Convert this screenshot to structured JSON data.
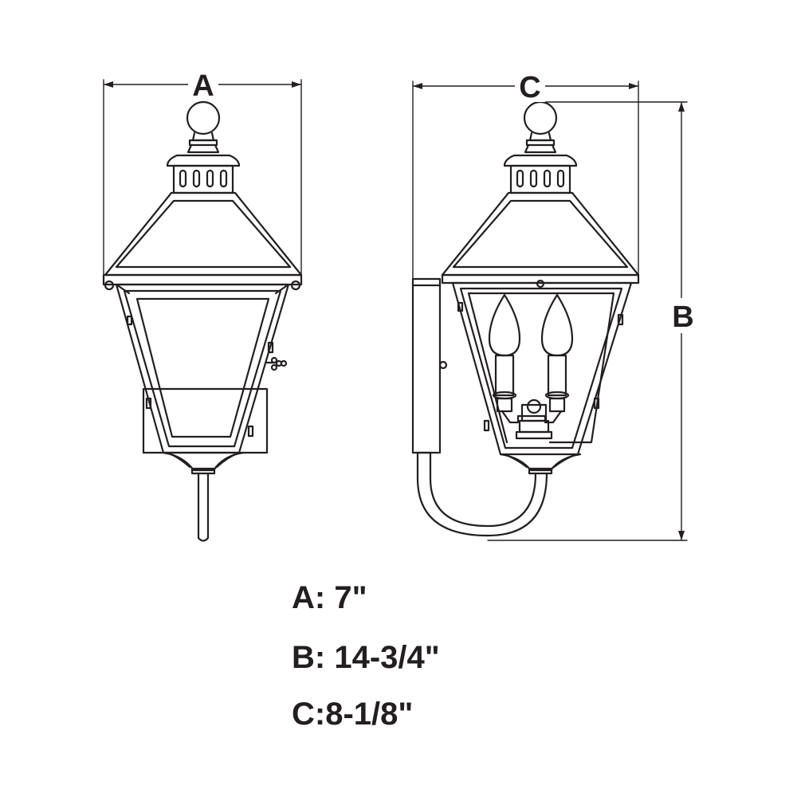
{
  "dimension_markers": {
    "a": "A",
    "b": "B",
    "c": "C"
  },
  "specs": [
    {
      "text": "A: 7\""
    },
    {
      "text": "B: 14-3/4\""
    },
    {
      "text": "C:8-1/8\""
    }
  ],
  "colors": {
    "ink": "#231f20",
    "background": "#ffffff"
  }
}
